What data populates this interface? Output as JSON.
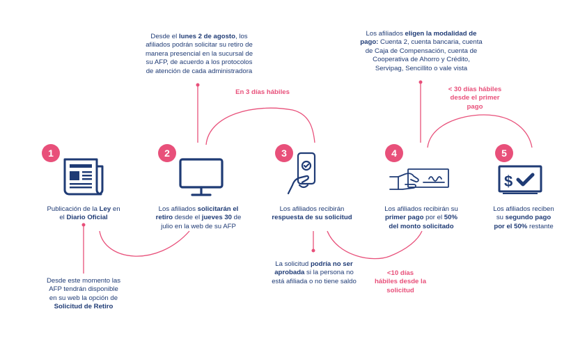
{
  "colors": {
    "accent": "#e8507a",
    "primary": "#1f3b75"
  },
  "connectors": {
    "c1": "En 3 días hábiles",
    "c2": [
      "<10 días",
      "hábiles desde la",
      "solicitud"
    ],
    "c3": [
      "< 30 días hábiles",
      "desde el primer",
      "pago"
    ]
  },
  "steps": [
    {
      "number": "1",
      "icon": "newspaper-icon",
      "lines": [
        [
          {
            "t": "Publicación de la ",
            "b": false
          },
          {
            "t": "Ley",
            "b": true
          },
          {
            "t": " en",
            "b": false
          }
        ],
        [
          {
            "t": "el ",
            "b": false
          },
          {
            "t": "Diario Oficial",
            "b": true
          }
        ]
      ]
    },
    {
      "number": "2",
      "icon": "monitor-icon",
      "lines": [
        [
          {
            "t": "Los afiliados ",
            "b": false
          },
          {
            "t": "solicitarán el",
            "b": true
          }
        ],
        [
          {
            "t": "retiro",
            "b": true
          },
          {
            "t": " desde el ",
            "b": false
          },
          {
            "t": "jueves 30",
            "b": true
          },
          {
            "t": " de",
            "b": false
          }
        ],
        [
          {
            "t": "julio en la web de su AFP",
            "b": false
          }
        ]
      ]
    },
    {
      "number": "3",
      "icon": "phone-check-icon",
      "lines": [
        [
          {
            "t": "Los afiliados recibirán",
            "b": false
          }
        ],
        [
          {
            "t": "respuesta de su solicitud",
            "b": true
          }
        ]
      ]
    },
    {
      "number": "4",
      "icon": "hand-check-icon",
      "lines": [
        [
          {
            "t": "Los afiliados recibirán su",
            "b": false
          }
        ],
        [
          {
            "t": "primer pago",
            "b": true
          },
          {
            "t": " por el ",
            "b": false
          },
          {
            "t": "50%",
            "b": true
          }
        ],
        [
          {
            "t": "del monto solicitado",
            "b": true
          }
        ]
      ]
    },
    {
      "number": "5",
      "icon": "cheque-icon",
      "lines": [
        [
          {
            "t": "Los afiliados reciben",
            "b": false
          }
        ],
        [
          {
            "t": "su ",
            "b": false
          },
          {
            "t": "segundo pago",
            "b": true
          }
        ],
        [
          {
            "t": "por el 50%",
            "b": true
          },
          {
            "t": " restante",
            "b": false
          }
        ]
      ]
    }
  ],
  "notes": {
    "n1": [
      [
        {
          "t": "Desde este momento las",
          "b": false
        }
      ],
      [
        {
          "t": "AFP tendrán disponible",
          "b": false
        }
      ],
      [
        {
          "t": "en su web la opción de",
          "b": false
        }
      ],
      [
        {
          "t": "Solicitud de Retiro",
          "b": true
        }
      ]
    ],
    "n2": [
      [
        {
          "t": "Desde el ",
          "b": false
        },
        {
          "t": "lunes 2 de agosto",
          "b": true
        },
        {
          "t": ", los",
          "b": false
        }
      ],
      [
        {
          "t": "afiliados podrán solicitar su retiro de",
          "b": false
        }
      ],
      [
        {
          "t": "manera presencial en la sucursal de",
          "b": false
        }
      ],
      [
        {
          "t": "su AFP, de acuerdo a los protocolos",
          "b": false
        }
      ],
      [
        {
          "t": "de atención de cada administradora",
          "b": false
        }
      ]
    ],
    "n3": [
      [
        {
          "t": "La solicitud ",
          "b": false
        },
        {
          "t": "podría no ser",
          "b": true
        }
      ],
      [
        {
          "t": "aprobada",
          "b": true
        },
        {
          "t": " si la persona no",
          "b": false
        }
      ],
      [
        {
          "t": "está afiliada o no tiene saldo",
          "b": false
        }
      ]
    ],
    "n4": [
      [
        {
          "t": "Los afiliados ",
          "b": false
        },
        {
          "t": "eligen la modalidad de",
          "b": true
        }
      ],
      [
        {
          "t": "pago:",
          "b": true
        },
        {
          "t": " Cuenta 2, cuenta bancaria, cuenta",
          "b": false
        }
      ],
      [
        {
          "t": "de Caja de Compensación, cuenta de",
          "b": false
        }
      ],
      [
        {
          "t": "Cooperativa de Ahorro y Crédito,",
          "b": false
        }
      ],
      [
        {
          "t": "Servipag, Sencillito o vale vista",
          "b": false
        }
      ]
    ]
  }
}
